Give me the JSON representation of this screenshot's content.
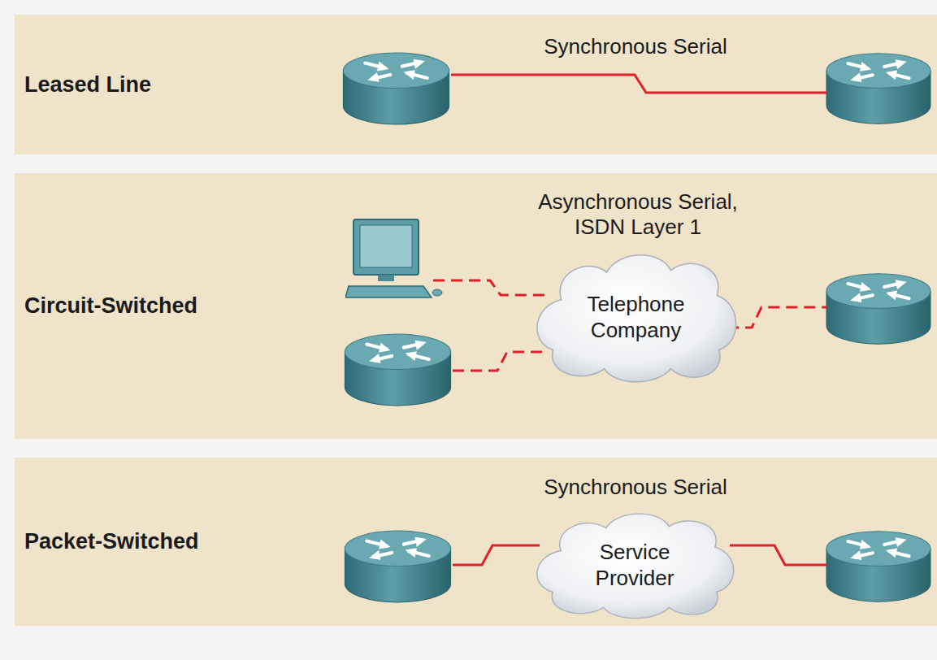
{
  "diagram": {
    "nodes": [
      {
        "text": [
          "Leased Line"
        ]
      },
      {
        "text": [
          "Circuit-Switched"
        ]
      },
      {
        "text": [
          "Telephone Company"
        ],
        "in": 1
      },
      {
        "text": [
          "Packet-Switched"
        ]
      },
      {
        "text": [
          "Service Provider"
        ],
        "in": 3
      }
    ],
    "labels": [
      "Synchronous Serial",
      "Asynchronous Serial, ISDN Layer 1",
      "Synchronous Serial"
    ]
  }
}
